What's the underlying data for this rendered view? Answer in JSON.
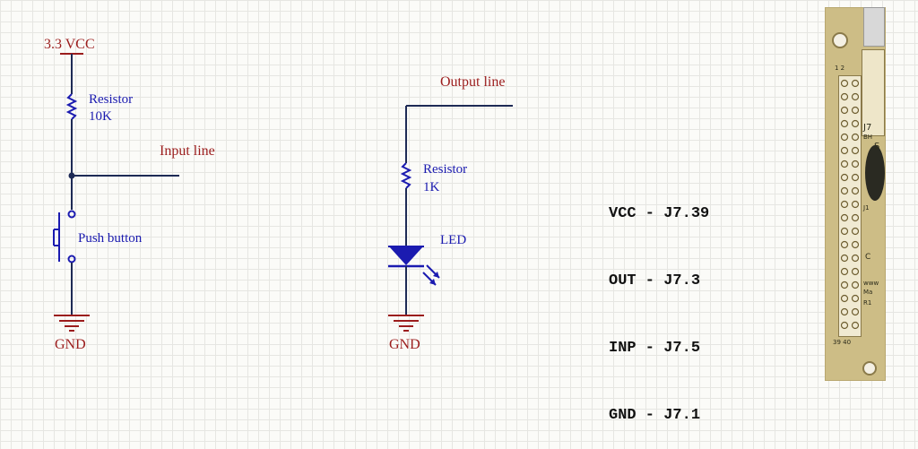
{
  "circuit_input": {
    "vcc_label": "3.3 VCC",
    "resistor_label": "Resistor",
    "resistor_value": "10K",
    "line_label": "Input line",
    "button_label": "Push button",
    "gnd_label": "GND"
  },
  "circuit_output": {
    "line_label": "Output line",
    "resistor_label": "Resistor",
    "resistor_value": "1K",
    "led_label": "LED",
    "gnd_label": "GND"
  },
  "pin_map": [
    {
      "signal": "VCC",
      "pin": "J7.39"
    },
    {
      "signal": "OUT",
      "pin": "J7.3"
    },
    {
      "signal": "INP",
      "pin": "J7.5"
    },
    {
      "signal": "GND",
      "pin": "J7.1"
    }
  ],
  "board": {
    "pin_first": "1 2",
    "pin_last": "39 40",
    "connector_label": "J7",
    "text_bh": "BH",
    "text_s": "S",
    "text_j1": "J1",
    "text_c": "C",
    "text_www": "www",
    "text_ma": "Ma",
    "text_r1": "R1"
  },
  "colors": {
    "wire_blue": "#1b1bb0",
    "wire_dark": "#1d2a55",
    "label_red": "#9b1c1c",
    "pcb_gold": "#cdbd86"
  }
}
